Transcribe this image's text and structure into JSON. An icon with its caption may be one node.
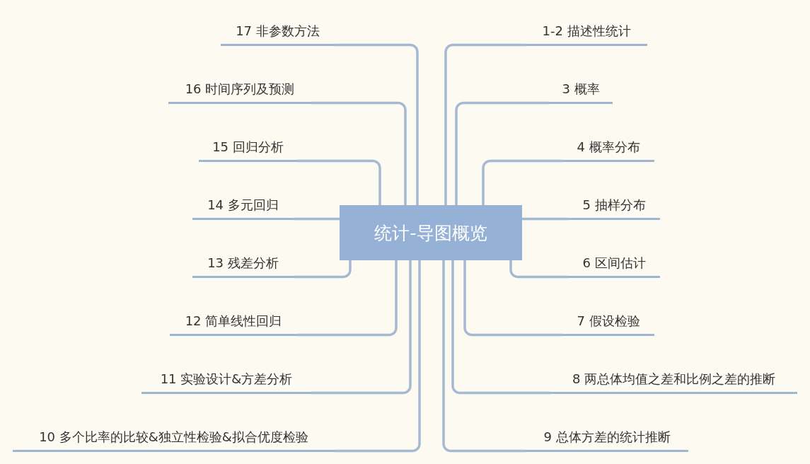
{
  "diagram": {
    "nodes": [
      {
        "text": [
          "统计-导图概览"
        ]
      },
      {
        "text": [
          "1-2 描述性统计"
        ]
      },
      {
        "text": [
          "3 概率"
        ]
      },
      {
        "text": [
          "4 概率分布"
        ]
      },
      {
        "text": [
          "5 抽样分布"
        ]
      },
      {
        "text": [
          "6 区间估计"
        ]
      },
      {
        "text": [
          "7 假设检验"
        ]
      },
      {
        "text": [
          "8 两总体均值之差和比例之差的推断"
        ]
      },
      {
        "text": [
          "9 总体方差的统计推断"
        ]
      },
      {
        "text": [
          "17 非参数方法"
        ]
      },
      {
        "text": [
          "16 时间序列及预测"
        ]
      },
      {
        "text": [
          "15 回归分析"
        ]
      },
      {
        "text": [
          "14 多元回归"
        ]
      },
      {
        "text": [
          "13 残差分析"
        ]
      },
      {
        "text": [
          "12 简单线性回归"
        ]
      },
      {
        "text": [
          "11 实验设计&方差分析"
        ]
      },
      {
        "text": [
          "10 多个比率的比较&独立性检验&拟合优度检验"
        ]
      }
    ],
    "edges": [
      {
        "from": 0,
        "to": 1,
        "arrow": "none"
      },
      {
        "from": 0,
        "to": 2,
        "arrow": "none"
      },
      {
        "from": 0,
        "to": 3,
        "arrow": "none"
      },
      {
        "from": 0,
        "to": 4,
        "arrow": "none"
      },
      {
        "from": 0,
        "to": 5,
        "arrow": "none"
      },
      {
        "from": 0,
        "to": 6,
        "arrow": "none"
      },
      {
        "from": 0,
        "to": 7,
        "arrow": "none"
      },
      {
        "from": 0,
        "to": 8,
        "arrow": "none"
      },
      {
        "from": 0,
        "to": 9,
        "arrow": "none"
      },
      {
        "from": 0,
        "to": 10,
        "arrow": "none"
      },
      {
        "from": 0,
        "to": 11,
        "arrow": "none"
      },
      {
        "from": 0,
        "to": 12,
        "arrow": "none"
      },
      {
        "from": 0,
        "to": 13,
        "arrow": "none"
      },
      {
        "from": 0,
        "to": 14,
        "arrow": "none"
      },
      {
        "from": 0,
        "to": 15,
        "arrow": "none"
      },
      {
        "from": 0,
        "to": 16,
        "arrow": "none"
      }
    ]
  }
}
